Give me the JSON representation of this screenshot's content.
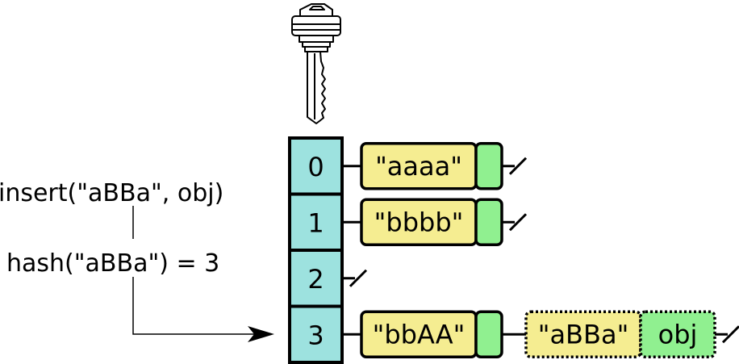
{
  "diagram": {
    "title": "Hash table with separate chaining",
    "colors": {
      "bucket": "#9de2df",
      "key_cell": "#f5ed91",
      "value_cell": "#90f090",
      "stroke": "#000000"
    },
    "operation": {
      "call": "insert(\"aBBa\", obj)",
      "hash": "hash(\"aBBa\") = 3",
      "target_bucket": 3
    },
    "key_icon": "key-icon",
    "buckets": [
      {
        "index": "0",
        "chain": [
          {
            "key": "\"aaaa\"",
            "value": "",
            "pending": false
          }
        ]
      },
      {
        "index": "1",
        "chain": [
          {
            "key": "\"bbbb\"",
            "value": "",
            "pending": false
          }
        ]
      },
      {
        "index": "2",
        "chain": []
      },
      {
        "index": "3",
        "chain": [
          {
            "key": "\"bbAA\"",
            "value": "",
            "pending": false
          },
          {
            "key": "\"aBBa\"",
            "value": "obj",
            "pending": true
          }
        ]
      }
    ]
  }
}
